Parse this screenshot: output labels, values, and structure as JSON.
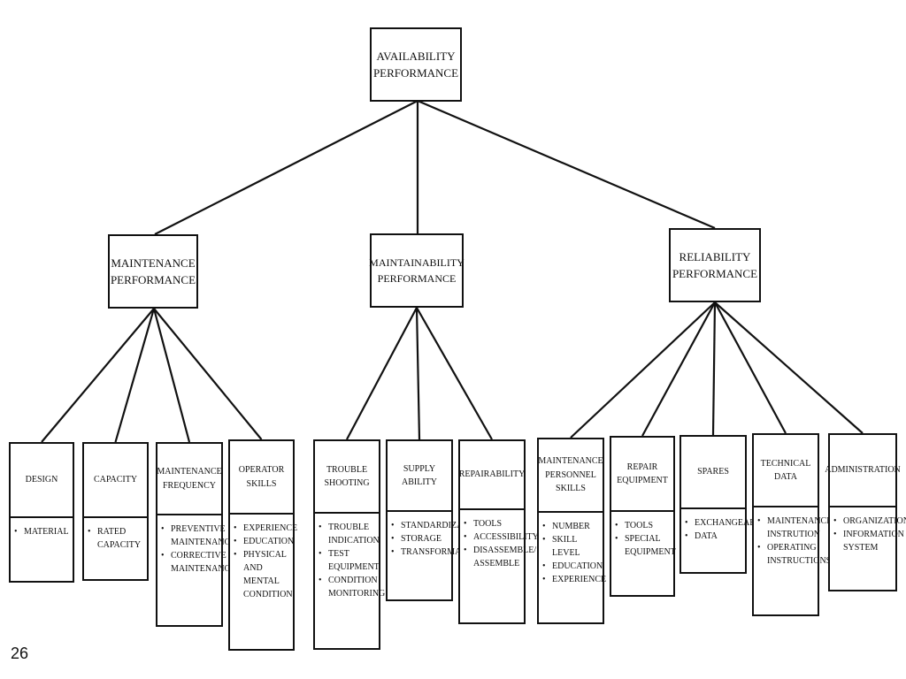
{
  "root": {
    "title": [
      "AVAILABILITY",
      "PERFORMANCE"
    ]
  },
  "mid": [
    {
      "title": [
        "MAINTENANCE",
        "PERFORMANCE"
      ]
    },
    {
      "title": [
        "MAINTAINABILITY",
        "PERFORMANCE"
      ]
    },
    {
      "title": [
        "RELIABILITY",
        "PERFORMANCE"
      ]
    }
  ],
  "leaves": [
    {
      "title": [
        "DESIGN"
      ],
      "items": [
        "MATERIAL"
      ]
    },
    {
      "title": [
        "CAPACITY"
      ],
      "items": [
        "RATED CAPACITY"
      ]
    },
    {
      "title": [
        "MAINTENANCE",
        "FREQUENCY"
      ],
      "items": [
        "PREVENTIVE MAINTENANCE",
        "CORRECTIVE MAINTENANCE"
      ]
    },
    {
      "title": [
        "OPERATOR",
        "SKILLS"
      ],
      "items": [
        "EXPERIENCE",
        "EDUCATION",
        "PHYSICAL AND MENTAL CONDITION"
      ]
    },
    {
      "title": [
        "TROUBLE",
        "SHOOTING"
      ],
      "items": [
        "TROUBLE INDICATION",
        "TEST EQUIPMENT",
        "CONDITION MONITORING"
      ]
    },
    {
      "title": [
        "SUPPLY",
        "ABILITY"
      ],
      "items": [
        "STANDARDIZATION",
        "STORAGE",
        "TRANSFORMATION"
      ]
    },
    {
      "title": [
        "REPAIRABILITY"
      ],
      "items": [
        "TOOLS",
        "ACCESSIBILITY",
        "DISASSEMBLE/ ASSEMBLE"
      ]
    },
    {
      "title": [
        "MAINTENANCE",
        "PERSONNEL",
        "SKILLS"
      ],
      "items": [
        "NUMBER",
        "SKILL LEVEL",
        "EDUCATION",
        "EXPERIENCE"
      ]
    },
    {
      "title": [
        "REPAIR",
        "EQUIPMENT"
      ],
      "items": [
        "TOOLS",
        "SPECIAL EQUIPMENT"
      ]
    },
    {
      "title": [
        "SPARES"
      ],
      "items": [
        "EXCHANGEABILITY",
        "DATA"
      ]
    },
    {
      "title": [
        "TECHNICAL",
        "DATA"
      ],
      "items": [
        "MAINTENANCE INSTRUTION",
        "OPERATING INSTRUCTIONS"
      ]
    },
    {
      "title": [
        "ADMINISTRATION"
      ],
      "items": [
        "ORGANIZATION",
        "INFORMATION SYSTEM"
      ]
    }
  ],
  "page_number": "26"
}
